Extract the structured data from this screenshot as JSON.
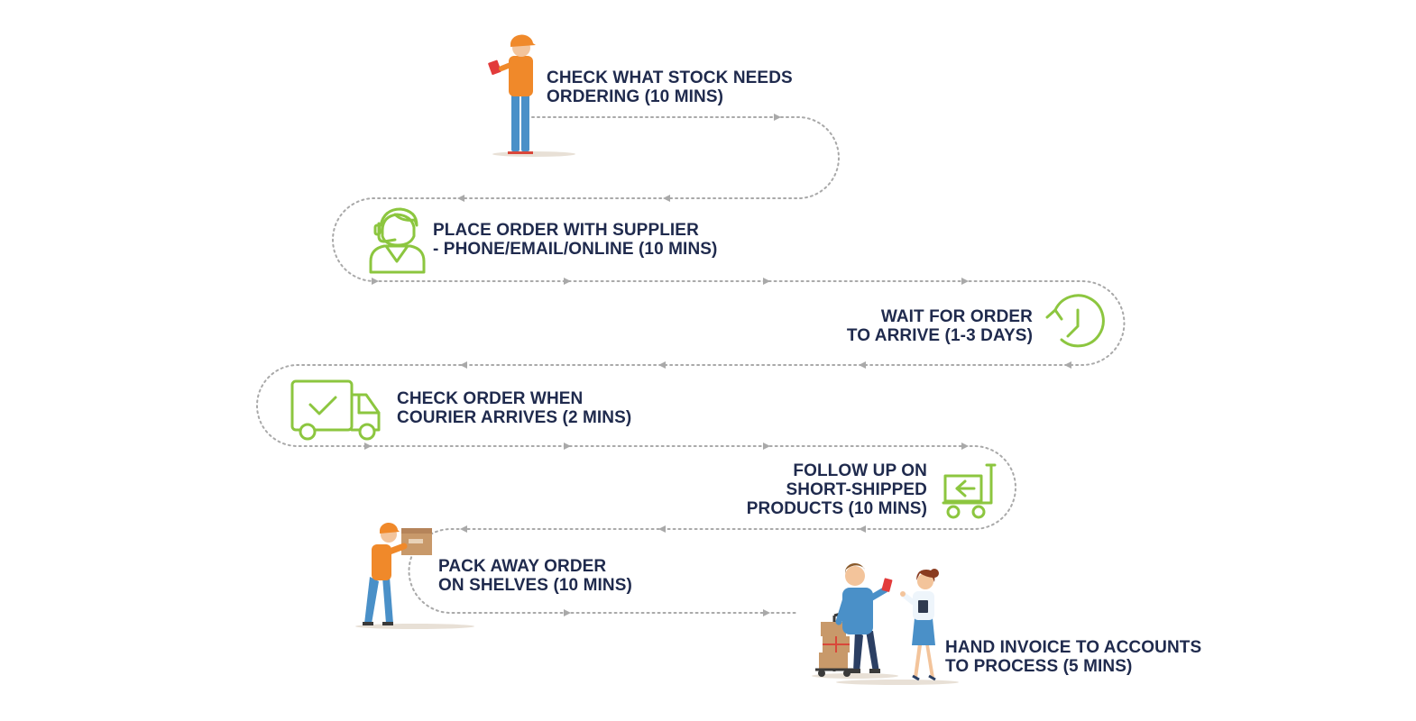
{
  "colors": {
    "text": "#1f2a4d",
    "icon_green": "#8cc63f",
    "path_gray": "#a9a9a9",
    "worker_orange": "#f0892a",
    "worker_blue": "#4a90c8",
    "box_brown": "#c8996a"
  },
  "steps": [
    {
      "lines": [
        "CHECK WHAT STOCK NEEDS",
        "ORDERING (10 MINS)"
      ],
      "icon": "worker-clipboard-icon"
    },
    {
      "lines": [
        "PLACE ORDER WITH SUPPLIER",
        "- PHONE/EMAIL/ONLINE (10 MINS)"
      ],
      "icon": "headset-operator-icon"
    },
    {
      "lines": [
        "WAIT FOR ORDER",
        "TO ARRIVE (1-3 DAYS)"
      ],
      "icon": "clock-icon"
    },
    {
      "lines": [
        "CHECK ORDER WHEN",
        "COURIER ARRIVES (2 MINS)"
      ],
      "icon": "delivery-truck-icon"
    },
    {
      "lines": [
        "FOLLOW UP ON",
        "SHORT-SHIPPED",
        "PRODUCTS (10 MINS)"
      ],
      "icon": "return-cart-icon"
    },
    {
      "lines": [
        "PACK AWAY ORDER",
        "ON SHELVES (10 MINS)"
      ],
      "icon": "worker-carrying-box-icon"
    },
    {
      "lines": [
        "HAND INVOICE TO ACCOUNTS",
        "TO PROCESS  (5 MINS)"
      ],
      "icon": "invoice-handover-icon"
    }
  ]
}
